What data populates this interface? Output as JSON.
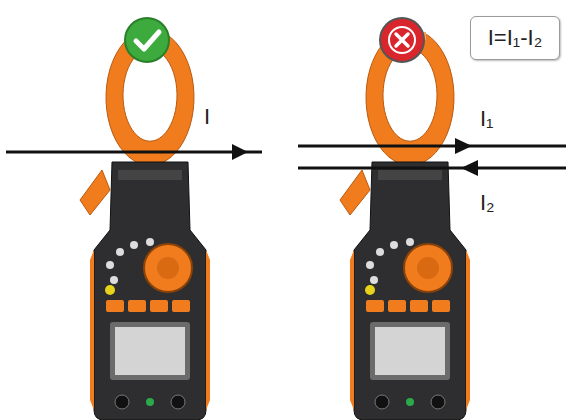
{
  "diagram": {
    "nodes": [
      {
        "text": [
          "I=I₁-I₂"
        ]
      }
    ],
    "labels": [
      "I",
      "I₁",
      "I₂"
    ]
  }
}
